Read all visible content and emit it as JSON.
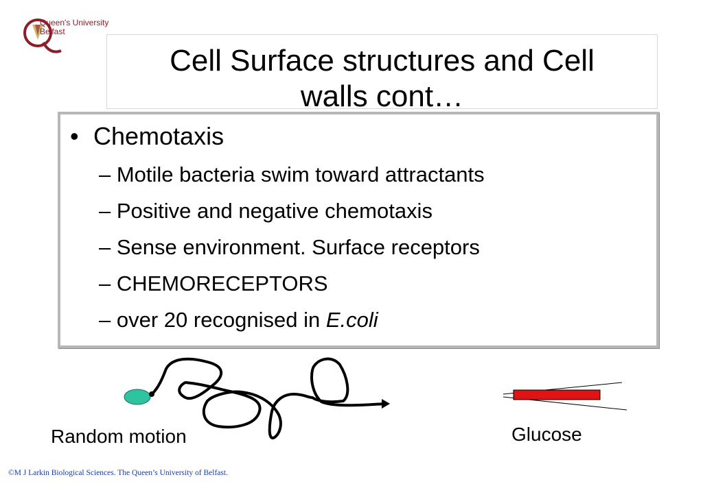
{
  "logo": {
    "line1": "Queen's University",
    "line2": "Belfast"
  },
  "title": {
    "line1": "Cell Surface structures and Cell",
    "line2": "walls cont…"
  },
  "bullet": {
    "marker": "•",
    "text": "Chemotaxis"
  },
  "subitems": [
    "– Motile bacteria swim toward attractants",
    "– Positive and negative chemotaxis",
    "– Sense environment.  Surface receptors",
    "– CHEMORECEPTORS"
  ],
  "last_subitem": {
    "prefix": "– over 20 recognised in ",
    "italic": "E.coli"
  },
  "diagram": {
    "random_label": "Random motion",
    "glucose_label": "Glucose"
  },
  "colors": {
    "cell": "#2ec4a0",
    "glucose": "#e01414",
    "footer": "#1a3aa8",
    "logo": "#8b1e2a"
  },
  "footer": "©M J Larkin  Biological Sciences. The  Queen’s University of Belfast."
}
